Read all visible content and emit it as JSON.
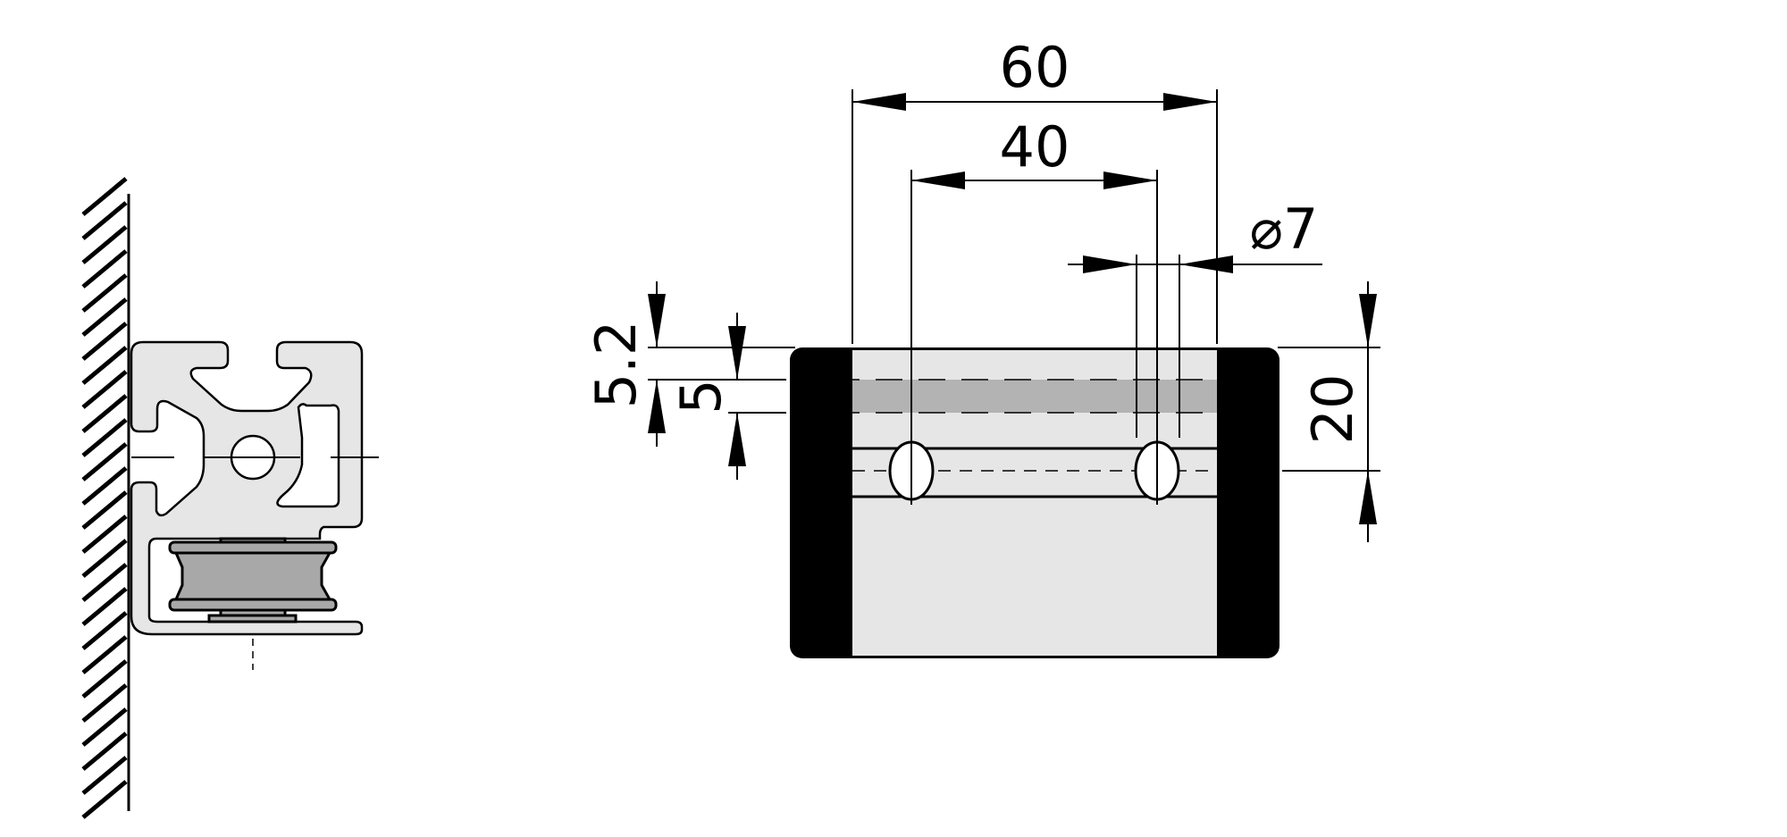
{
  "dimensions": {
    "overall_width": "60",
    "hole_spacing": "40",
    "hole_diameter": "⌀7",
    "hole_height": "20",
    "groove_offset": "5.2",
    "groove_width": "5"
  },
  "colors": {
    "line": "#000000",
    "aluminium": "#e6e6e6",
    "groove": "#b3b3b3",
    "roller": "#a8a8a8"
  }
}
